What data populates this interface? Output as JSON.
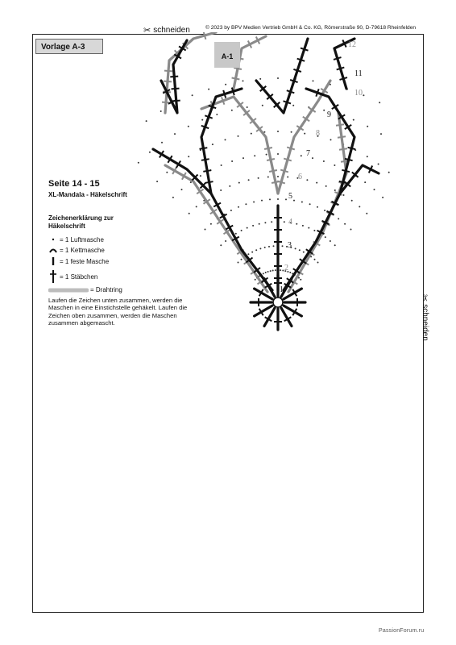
{
  "header": {
    "cut_label": "schneiden",
    "copyright": "© 2023 by BPV Medien Vertrieb GmbH & Co. KG, Römerstraße 90, D-79618 Rheinfelden"
  },
  "side_cut_label": "schneiden",
  "template_label": "Vorlage A-3",
  "diagram": {
    "section_tag": "A-1",
    "round_numbers": [
      "1",
      "2",
      "3",
      "4",
      "5",
      "6",
      "7",
      "8",
      "9",
      "10",
      "11",
      "12"
    ],
    "colors": {
      "dark": "#111111",
      "gray": "#8a8a8a",
      "tag_bg": "#c8c8c8"
    }
  },
  "info": {
    "pages": "Seite 14 - 15",
    "subtitle": "XL-Mandala - Häkelschrift"
  },
  "legend": {
    "title": "Zeichenerklärung zur Häkelschrift",
    "items": [
      {
        "symbol": "chain-dot",
        "label": "= 1 Luftmasche"
      },
      {
        "symbol": "slip-stitch-arc",
        "label": "= 1 Kettmasche"
      },
      {
        "symbol": "single-crochet-bar",
        "label": "= 1 feste Masche"
      },
      {
        "symbol": "double-crochet-cross",
        "label": "= 1 Stäbchen"
      },
      {
        "symbol": "wire-ring-bar",
        "label": "= Drahtring"
      }
    ],
    "note": "Laufen die Zeichen unten zusammen, werden die Maschen in eine Einstichstelle gehäkelt. Laufen die Zeichen oben zusammen, werden die Maschen zusammen abgemascht."
  },
  "footer": {
    "watermark": "PassionForum.ru"
  }
}
